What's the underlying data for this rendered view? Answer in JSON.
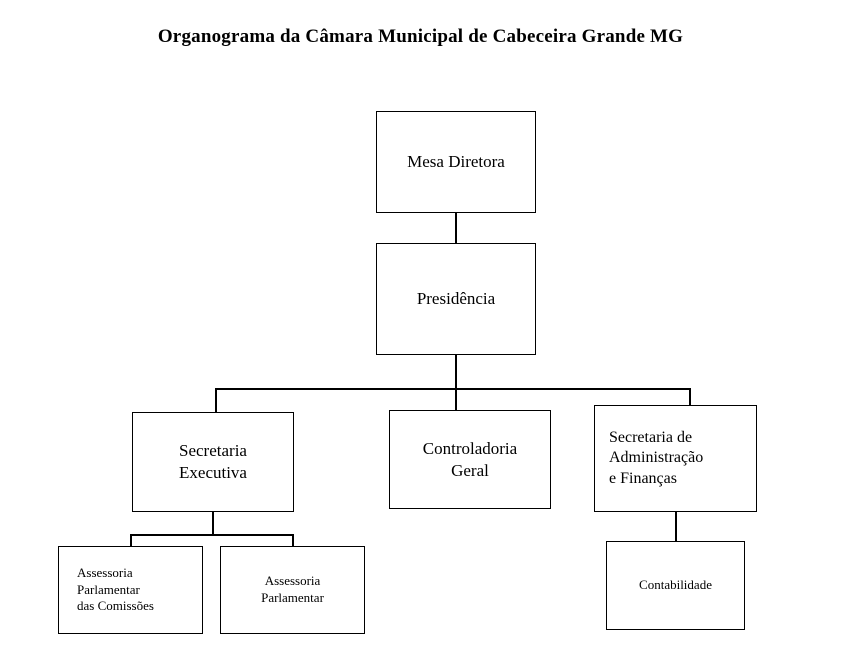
{
  "chart": {
    "title": "Organograma da Câmara Municipal de Cabeceira Grande MG",
    "type": "org-chart",
    "background_color": "#ffffff",
    "line_color": "#000000",
    "box_fill_color": "#ffffff",
    "nodes": [
      {
        "id": "mesa-diretora",
        "label": "Mesa Diretora",
        "level": 0
      },
      {
        "id": "presidencia",
        "label": "Presidência",
        "level": 1
      },
      {
        "id": "secretaria-executiva",
        "label": "Secretaria\nExecutiva",
        "level": 2
      },
      {
        "id": "controladoria-geral",
        "label": "Controladoria\nGeral",
        "level": 2
      },
      {
        "id": "secretaria-administracao",
        "label": "Secretaria de\nAdministração\ne Finanças",
        "level": 2
      },
      {
        "id": "assessoria-parlamentar-comissoes",
        "label": "Assessoria\nParlamentar\ndas Comissões",
        "level": 3
      },
      {
        "id": "assessoria-parlamentar",
        "label": "Assessoria\nParlamentar",
        "level": 3
      },
      {
        "id": "contabilidade",
        "label": "Contabilidade",
        "level": 3
      }
    ],
    "edges": [
      {
        "from": "mesa-diretora",
        "to": "presidencia"
      },
      {
        "from": "presidencia",
        "to": "secretaria-executiva"
      },
      {
        "from": "presidencia",
        "to": "controladoria-geral"
      },
      {
        "from": "presidencia",
        "to": "secretaria-administracao"
      },
      {
        "from": "secretaria-executiva",
        "to": "assessoria-parlamentar-comissoes"
      },
      {
        "from": "secretaria-executiva",
        "to": "assessoria-parlamentar"
      },
      {
        "from": "secretaria-administracao",
        "to": "contabilidade"
      }
    ]
  }
}
